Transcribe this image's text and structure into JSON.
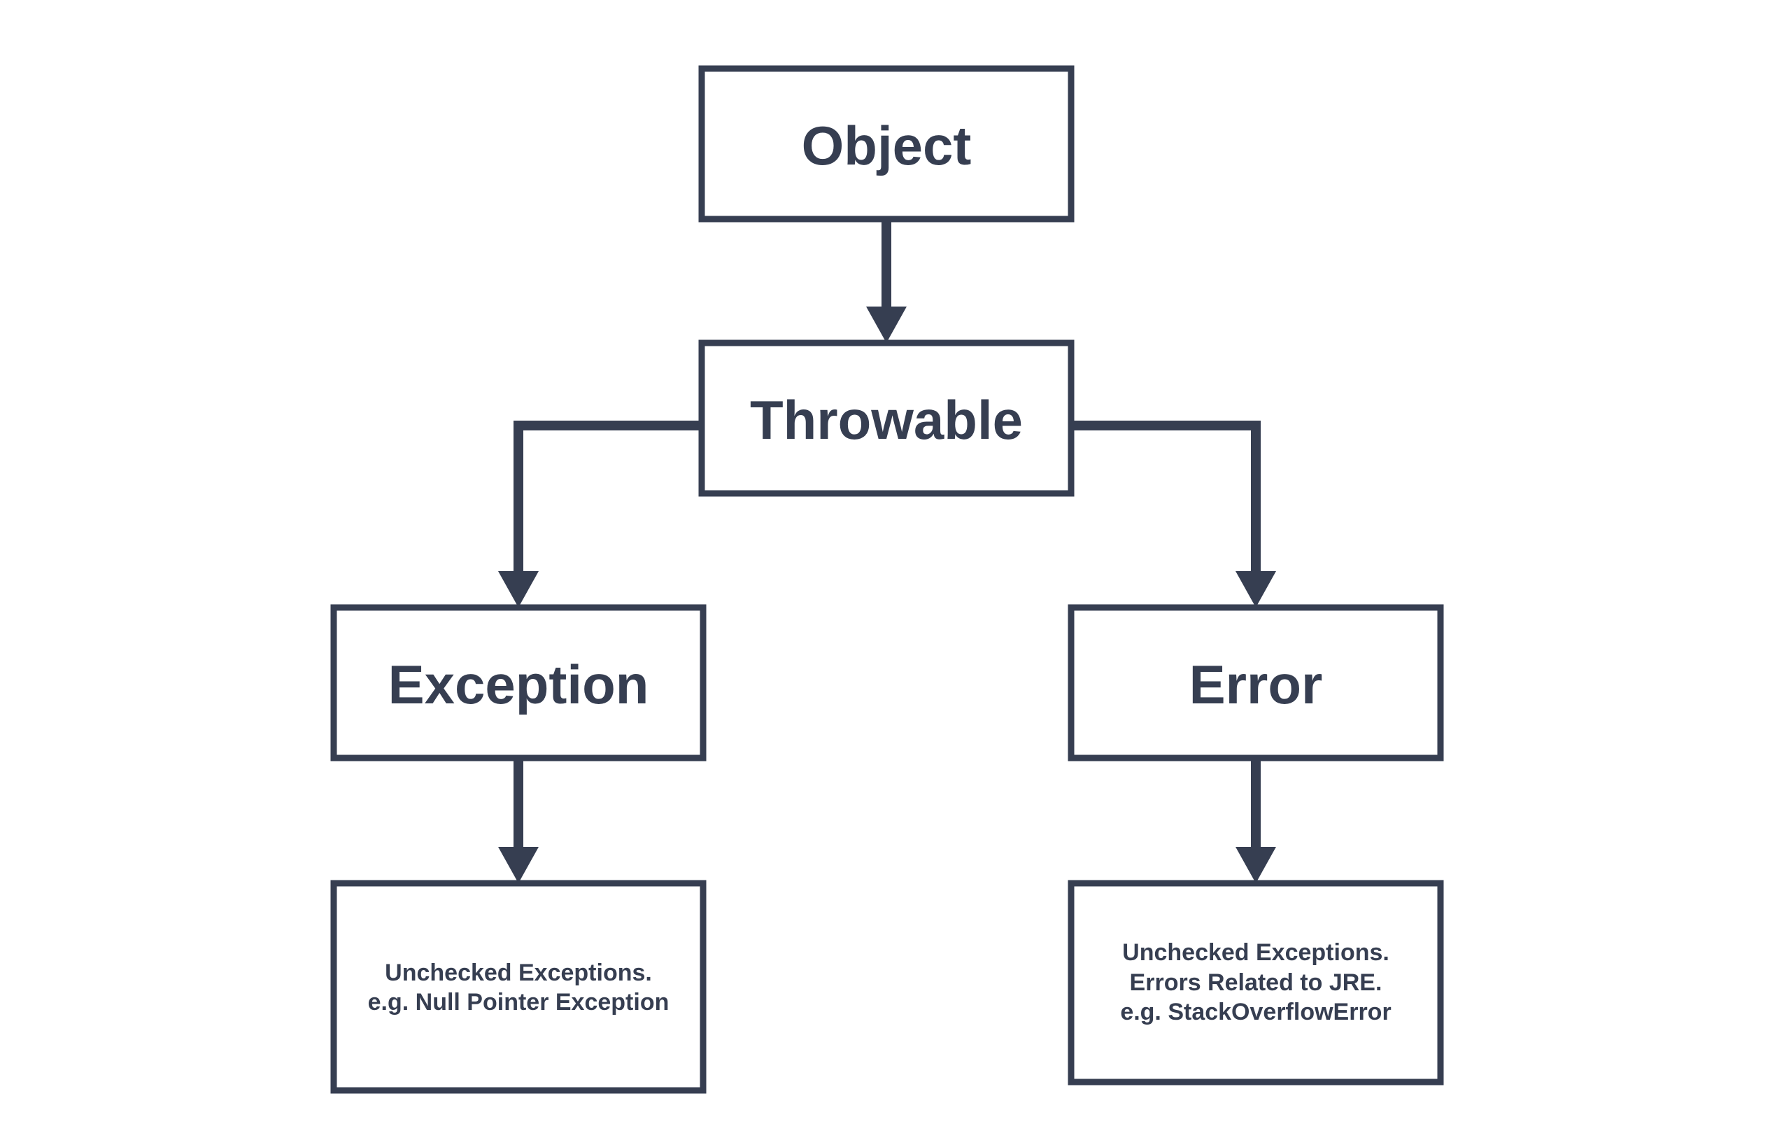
{
  "diagram": {
    "nodes": {
      "object": {
        "label": "Object"
      },
      "throwable": {
        "label": "Throwable"
      },
      "exception": {
        "label": "Exception"
      },
      "error": {
        "label": "Error"
      },
      "exception_note": {
        "lines": [
          "Unchecked Exceptions.",
          "e.g. Null Pointer Exception"
        ]
      },
      "error_note": {
        "lines": [
          "Unchecked Exceptions.",
          "Errors Related to JRE.",
          "e.g. StackOverflowError"
        ]
      }
    },
    "edges": [
      {
        "from": "Object",
        "to": "Throwable"
      },
      {
        "from": "Throwable",
        "to": "Exception"
      },
      {
        "from": "Throwable",
        "to": "Error"
      },
      {
        "from": "Exception",
        "to": "Unchecked Exceptions. e.g. Null Pointer Exception"
      },
      {
        "from": "Error",
        "to": "Unchecked Exceptions. Errors Related to JRE. e.g. StackOverflowError"
      }
    ],
    "colors": {
      "stroke": "#363e51",
      "text": "#363e51",
      "background": "#ffffff"
    }
  }
}
